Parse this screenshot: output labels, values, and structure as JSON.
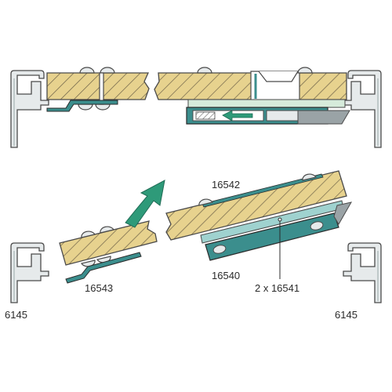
{
  "labels": {
    "left_profile": "6145",
    "right_profile": "6145",
    "clip_top": "16542",
    "clip_left": "16543",
    "base_clip": "16540",
    "insert": "2 x 16541"
  },
  "colors": {
    "wood": "#e7d28e",
    "wood_hatch": "#6e6248",
    "profile": "#e6eaeb",
    "clip_teal": "#3b8e8d",
    "clip_light": "#9fd2cf",
    "mint": "#d6ebdb",
    "arrow_green": "#2e9a79",
    "outline": "#4a4a4a"
  },
  "icons": {
    "direction_arrow": "slide-arrow-icon",
    "rotation_arrow": "curved-arrow-icon"
  }
}
